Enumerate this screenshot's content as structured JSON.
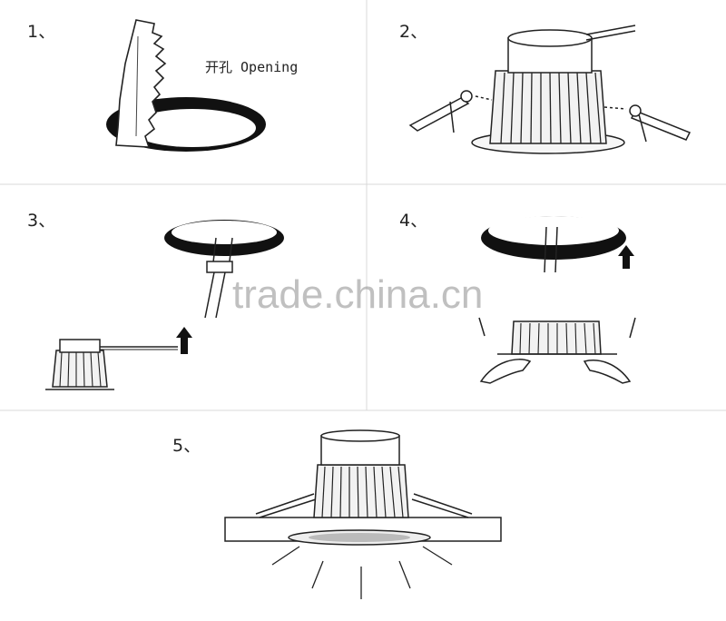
{
  "steps": [
    {
      "label": "1、",
      "caption": "开孔 Opening"
    },
    {
      "label": "2、"
    },
    {
      "label": "3、"
    },
    {
      "label": "4、"
    },
    {
      "label": "5、"
    }
  ],
  "watermark": "trade.china.cn",
  "colors": {
    "line": "#222222",
    "divider": "#d8d8d8",
    "fin_fill": "#f2f2f2",
    "ring": "#111111"
  },
  "icons": {
    "saw": "saw-blade-icon",
    "arrow": "arrow-up-icon"
  }
}
